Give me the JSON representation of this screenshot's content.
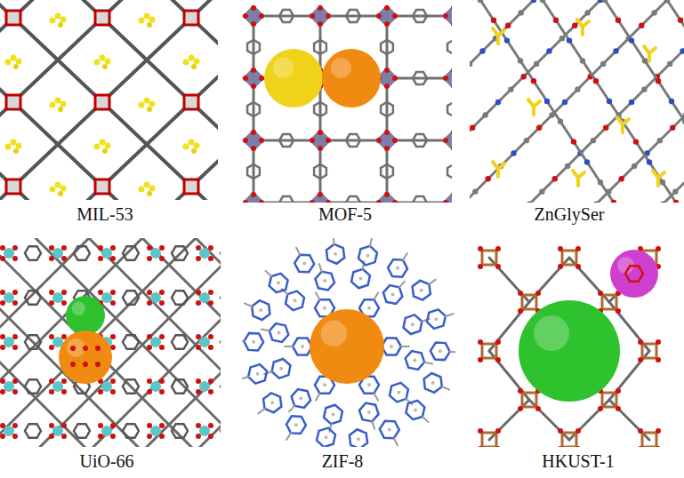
{
  "diagram": {
    "labels": [
      "MIL-53",
      "MOF-5",
      "ZnGlySer",
      "UiO-66",
      "ZIF-8",
      "HKUST-1"
    ]
  }
}
